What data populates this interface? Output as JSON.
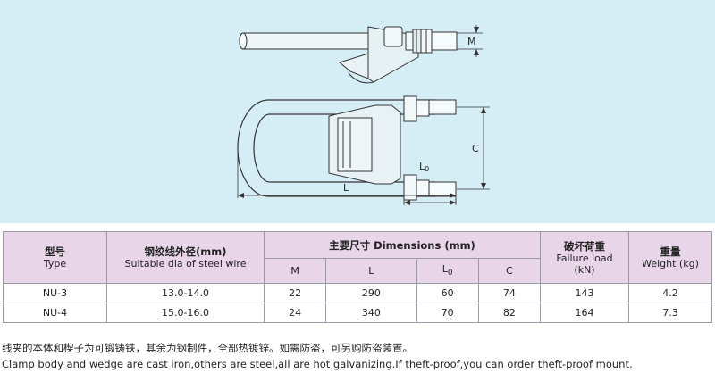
{
  "drawing": {
    "dim_m": "M",
    "dim_c": "C",
    "dim_l": "L",
    "dim_l0_base": "L",
    "dim_l0_sub": "0"
  },
  "table": {
    "headers": {
      "model_cn": "型号",
      "model_en": "Type",
      "dia_cn": "钢绞线外径(mm)",
      "dia_en": "Suitable dia of steel wire",
      "dims": "主要尺寸 Dimensions (mm)",
      "dim_m": "M",
      "dim_l": "L",
      "dim_l0_base": "L",
      "dim_l0_sub": "0",
      "dim_c": "C",
      "load_cn": "破坏荷重",
      "load_en1": "Failure load",
      "load_en2": "(kN)",
      "weight_cn": "重量",
      "weight_en": "Weight (kg)"
    },
    "rows": [
      {
        "type": "NU-3",
        "dia": "13.0-14.0",
        "m": "22",
        "l": "290",
        "l0": "60",
        "c": "74",
        "load": "143",
        "weight": "4.2"
      },
      {
        "type": "NU-4",
        "dia": "15.0-16.0",
        "m": "24",
        "l": "340",
        "l0": "70",
        "c": "82",
        "load": "164",
        "weight": "7.3"
      }
    ]
  },
  "notes": {
    "cn": "线夹的本体和楔子为可锻铸铁，其余为钢制件，全部热镀锌。如需防盗，可另购防盗装置。",
    "en": "Clamp body and wedge are cast iron,others are steel,all are hot galvanizing.If theft-proof,you can order theft-proof mount."
  }
}
